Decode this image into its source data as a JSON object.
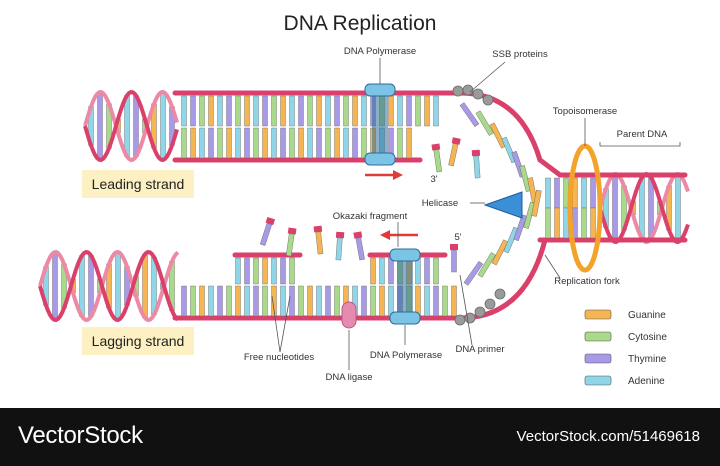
{
  "title": "DNA Replication",
  "labels": {
    "dna_polymerase_top": "DNA Polymerase",
    "ssb_proteins": "SSB proteins",
    "topoisomerase": "Topoisomerase",
    "parent_dna": "Parent DNA",
    "three_prime": "3'",
    "five_prime": "5'",
    "helicase": "Helicase",
    "okazaki_fragment": "Okazaki fragment",
    "replication_fork": "Replication fork",
    "free_nucleotides": "Free nucleotides",
    "dna_polymerase_bottom": "DNA Polymerase",
    "dna_primer": "DNA primer",
    "dna_ligase": "DNA ligase"
  },
  "strand_labels": {
    "leading": "Leading strand",
    "lagging": "Lagging strand"
  },
  "legend": [
    {
      "label": "Guanine",
      "color": "#f5b553"
    },
    {
      "label": "Cytosine",
      "color": "#a9d98a"
    },
    {
      "label": "Thymine",
      "color": "#a99ae8"
    },
    {
      "label": "Adenine",
      "color": "#8fd6e8"
    }
  ],
  "colors": {
    "backbone": "#d9416b",
    "backbone_light": "#ec8aa6",
    "polymerase": "#7cc4e6",
    "polymerase_dark": "#2e6d98",
    "helicase": "#3a8fd6",
    "topoisomerase": "#f3a22a",
    "ssb": "#9a9a9a",
    "ligase": "#e58bb0",
    "arrow": "#e03a3a",
    "strand_label_bg": "#fdf0c2"
  },
  "footer": {
    "brand": "VectorStock",
    "url": "VectorStock.com/51469618"
  }
}
